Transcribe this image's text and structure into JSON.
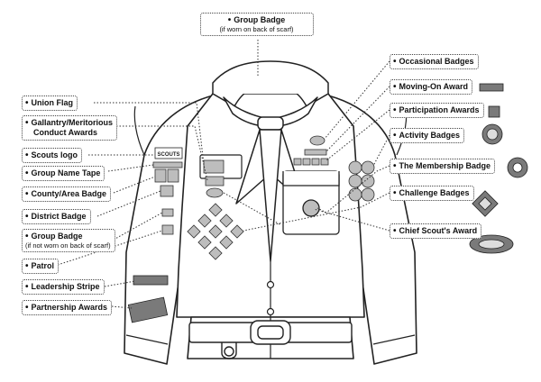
{
  "bullet": "•",
  "labels": {
    "group_badge_top": "Group Badge",
    "group_badge_top_sub": "(if worn on back of scarf)",
    "union_flag": "Union Flag",
    "gallantry_line1": "Gallantry/Meritorious",
    "gallantry_line2": "Conduct Awards",
    "scouts_logo": "Scouts logo",
    "group_name_tape": "Group Name Tape",
    "county_area_badge": "County/Area Badge",
    "district_badge": "District Badge",
    "group_badge_left": "Group Badge",
    "group_badge_left_sub": "(if not worn on back of scarf)",
    "patrol": "Patrol",
    "leadership_stripe": "Leadership Stripe",
    "partnership_awards": "Partnership Awards",
    "occasional_badges": "Occasional Badges",
    "moving_on_award": "Moving-On Award",
    "participation_awards": "Participation Awards",
    "activity_badges": "Activity Badges",
    "membership_badge": "The Membership Badge",
    "challenge_badges": "Challenge Badges",
    "chief_scouts_award": "Chief Scout's Award"
  },
  "logo_text": "SCOUTS",
  "colors": {
    "line": "#222222",
    "badge_fill": "#bdbdbd",
    "badge_dark": "#7a7a7a",
    "paper": "#ffffff"
  }
}
